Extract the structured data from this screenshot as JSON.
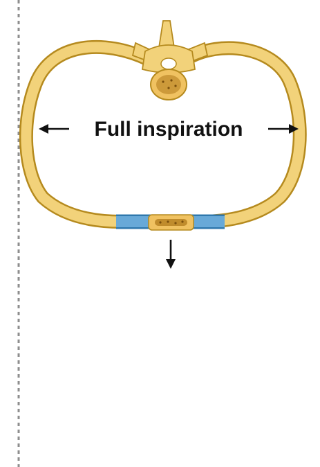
{
  "diagram": {
    "label": "Full inspiration",
    "colors": {
      "bone_fill": "#f2d27a",
      "bone_stroke": "#b58a1e",
      "cartilage_fill": "#68a9d8",
      "cartilage_stroke": "#2f78ad",
      "sternum_fill": "#f0c261",
      "marrow": "#b07a1b",
      "divider": "#8e8e8e",
      "arrow": "#111111"
    },
    "icons": [
      "vertebra-icon",
      "rib-ring",
      "costal-cartilage",
      "sternum",
      "arrow-left-icon",
      "arrow-right-icon",
      "arrow-down-icon"
    ]
  }
}
